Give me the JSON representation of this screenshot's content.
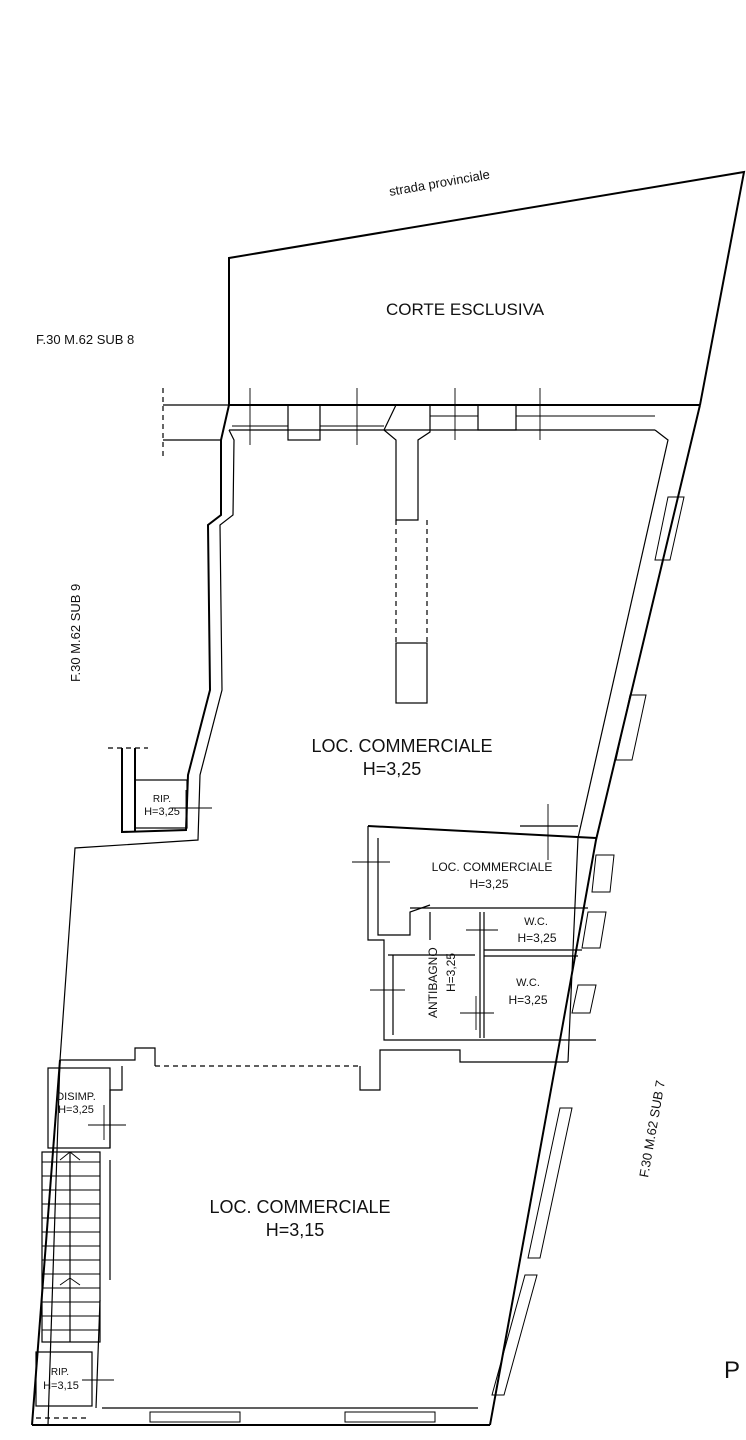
{
  "plan": {
    "street": "strada provinciale",
    "courtyard": "CORTE ESCLUSIVA",
    "neighbors": {
      "sub8": "F.30 M.62 SUB 8",
      "sub9": "F.30 M.62 SUB 9",
      "sub7": "F.30 M.62 SUB 7"
    },
    "rooms": {
      "main_commercial": {
        "name": "LOC. COMMERCIALE",
        "height": "H=3,25"
      },
      "storage_top": {
        "name": "RIP.",
        "height": "H=3,25"
      },
      "small_commercial": {
        "name": "LOC. COMMERCIALE",
        "height": "H=3,25"
      },
      "wc_top": {
        "name": "W.C.",
        "height": "H=3,25"
      },
      "wc_bottom": {
        "name": "W.C.",
        "height": "H=3,25"
      },
      "antibagno": {
        "name": "ANTIBAGNO",
        "height": "H=3,25"
      },
      "disimpegno": {
        "name": "DISIMP.",
        "height": "H=3,25"
      },
      "lower_commercial": {
        "name": "LOC. COMMERCIALE",
        "height": "H=3,15"
      },
      "storage_bottom": {
        "name": "RIP.",
        "height": "H=3,15"
      }
    },
    "edge_letter": "P"
  }
}
